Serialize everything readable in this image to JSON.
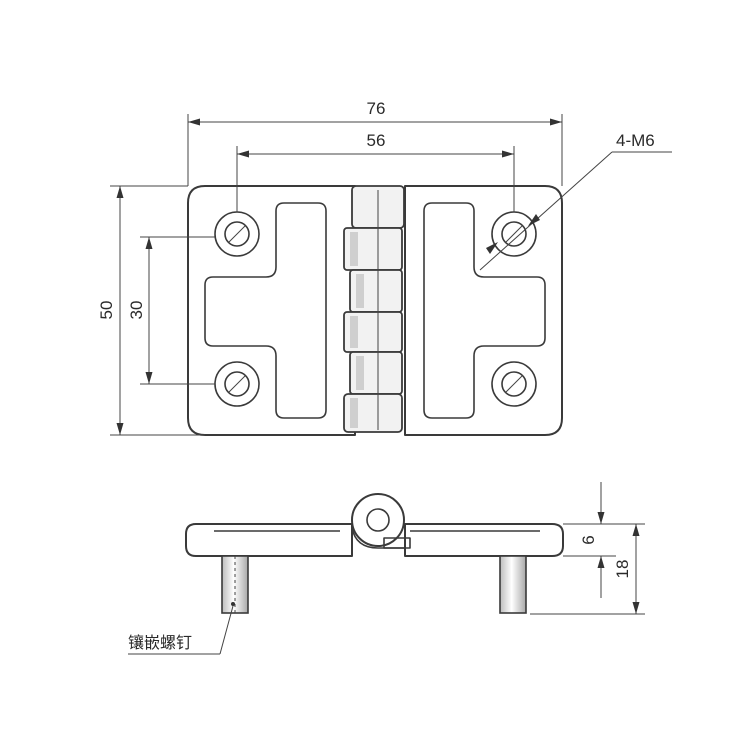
{
  "dimensions": {
    "overall_width": "76",
    "hole_spacing_horizontal": "56",
    "overall_height": "50",
    "hole_spacing_vertical": "30",
    "thread_spec": "4-M6",
    "plate_thickness": "6",
    "total_height_with_stud": "18"
  },
  "callouts": {
    "stud_label": "镶嵌螺钉"
  },
  "colors": {
    "line": "#3a3a3a",
    "shade": "#cfcfcf",
    "background": "#ffffff"
  }
}
